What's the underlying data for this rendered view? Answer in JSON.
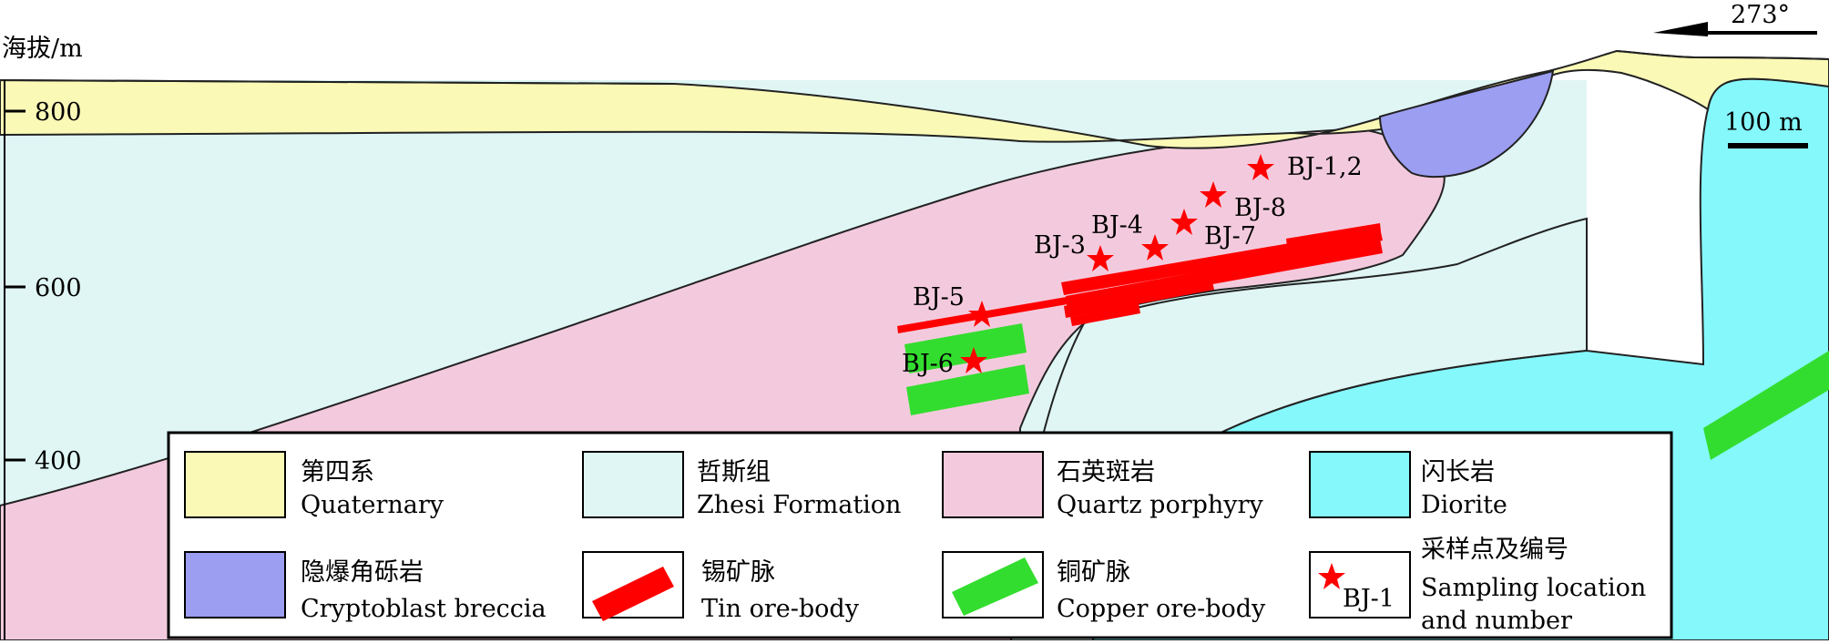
{
  "axis": {
    "title": "海拔/m",
    "ticks": [
      "800",
      "600",
      "400"
    ]
  },
  "orientation": {
    "label": "273°"
  },
  "scale_bar": {
    "label": "100 m"
  },
  "samples": [
    "BJ-1,2",
    "BJ-8",
    "BJ-7",
    "BJ-4",
    "BJ-3",
    "BJ-5",
    "BJ-6"
  ],
  "legend": {
    "items": [
      {
        "cn": "第四系",
        "en": "Quaternary",
        "color": "#FAF9B6"
      },
      {
        "cn": "哲斯组",
        "en": "Zhesi Formation",
        "color": "#DFF6F4"
      },
      {
        "cn": "石英斑岩",
        "en": "Quartz porphyry",
        "color": "#F3CADD"
      },
      {
        "cn": "闪长岩",
        "en": "Diorite",
        "color": "#85F8FC"
      },
      {
        "cn": "隐爆角砾岩",
        "en": "Cryptoblast breccia",
        "color": "#9C9EF2"
      },
      {
        "cn": "锡矿脉",
        "en": "Tin ore-body",
        "color": "#FF0000"
      },
      {
        "cn": "铜矿脉",
        "en": "Copper ore-body",
        "color": "#33DD2F"
      },
      {
        "cn": "采样点及编号",
        "en1": "Sampling location",
        "en2": "and number",
        "marker": "BJ-1",
        "color": "#FF0000"
      }
    ]
  }
}
